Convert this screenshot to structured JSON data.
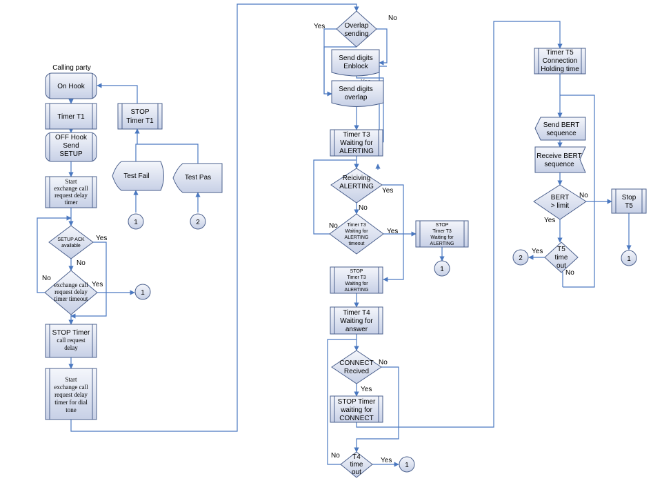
{
  "colors": {
    "line": "#4a78c0",
    "fill_top": "#f4f6fb",
    "fill_bottom": "#c7d0e6",
    "stroke": "#4a5f8c",
    "text": "#000000"
  },
  "column1": {
    "calling_party": "Calling party",
    "on_hook": "On Hook",
    "timer_t1": "Timer T1",
    "off_hook": [
      "OFF Hook",
      "Send",
      "SETUP"
    ],
    "start_timer": [
      "Start",
      "exchange call",
      "request delay",
      "timer"
    ],
    "setup_ack": [
      "SETUP ACK",
      "available"
    ],
    "timeout_check": [
      "exchange call",
      "request delay",
      "timer timeout"
    ],
    "stop_timer": [
      "STOP Timer",
      "call request",
      "delay"
    ],
    "start_dial_tone": [
      "Start",
      "exchange call",
      "request delay",
      "timer for dial",
      "tone"
    ],
    "stop_t1": [
      "STOP",
      "Timer T1"
    ],
    "test_fail": "Test Fail",
    "test_pass": "Test Pas",
    "conn_1": "1",
    "conn_2": "2",
    "conn_out": "1",
    "yes_1": "Yes",
    "no_1": "No",
    "no_2": "No",
    "yes_2": "Yes"
  },
  "column2": {
    "overlap_sending": [
      "Overlap",
      "sending"
    ],
    "yes_overlap": "Yes",
    "no_overlap": "No",
    "send_enblock": [
      "Send digits",
      "Enblock"
    ],
    "send_overlap": [
      "Send digits",
      "overlap"
    ],
    "yes_hidden": "Yes",
    "timer_t3": [
      "Timer T3",
      "Waiting for",
      "ALERTING"
    ],
    "receiving_alerting": [
      "Reiciving",
      "ALERTING"
    ],
    "yes_alerting": "Yes",
    "no_alerting": "No",
    "t3_timeout": [
      "Timer T3",
      "Waiting for",
      "ALERTING",
      "timeout"
    ],
    "no_t3": "No",
    "yes_t3": "Yes",
    "stop_t3_right": [
      "STOP",
      "Timer T3",
      "Waiting for",
      "ALERTING"
    ],
    "conn_t3": "1",
    "stop_t3": [
      "STOP",
      "Timer T3",
      "Waiting for",
      "ALERTING"
    ],
    "timer_t4": [
      "Timer T4",
      "Waiting for",
      "answer"
    ],
    "connect_received": [
      "CONNECT",
      "Recived"
    ],
    "no_connect": "No",
    "yes_connect": "Yes",
    "stop_connect": [
      "STOP Timer",
      "waiting for",
      "CONNECT"
    ],
    "t4_timeout": [
      "T4",
      "time",
      "out"
    ],
    "no_t4": "No",
    "yes_t4": "Yes",
    "conn_t4": "1"
  },
  "column3": {
    "timer_t5": [
      "Timer T5",
      "Connection",
      "Holding time"
    ],
    "send_bert": [
      "Send BERT",
      "sequence"
    ],
    "receive_bert": [
      "Receive BERT",
      "sequence"
    ],
    "bert_limit": [
      "BERT",
      "> limit"
    ],
    "no_bert": "No",
    "yes_bert": "Yes",
    "stop_t5": [
      "Stop",
      "T5"
    ],
    "conn_stop": "1",
    "t5_timeout": [
      "T5",
      "time",
      "out"
    ],
    "yes_t5": "Yes",
    "no_t5": "No",
    "conn_t5": "2"
  }
}
